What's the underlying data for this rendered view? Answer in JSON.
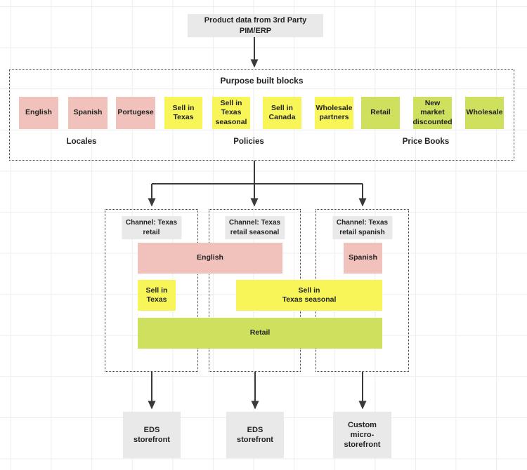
{
  "colors": {
    "locale_pink": "#f1c2bc",
    "policy_yellow": "#f7f558",
    "pricebook_green": "#cfe05e",
    "gray_box": "#e9e9e9",
    "line_dark": "#3a3a3a",
    "text_dark": "#222222",
    "grid_line": "#ededed"
  },
  "source": {
    "label": "Product data from 3rd Party PIM/ERP"
  },
  "purpose_built": {
    "title": "Purpose built blocks",
    "blocks": [
      {
        "label": "English",
        "color": "pink"
      },
      {
        "label": "Spanish",
        "color": "pink"
      },
      {
        "label": "Portugese",
        "color": "pink"
      },
      {
        "label": "Sell in\nTexas",
        "color": "yellow"
      },
      {
        "label": "Sell in\nTexas\nseasonal",
        "color": "yellow"
      },
      {
        "label": "Sell in\nCanada",
        "color": "yellow"
      },
      {
        "label": "Wholesale\npartners",
        "color": "yellow"
      },
      {
        "label": "Retail",
        "color": "green"
      },
      {
        "label": "New\nmarket\ndiscounted",
        "color": "green"
      },
      {
        "label": "Wholesale",
        "color": "green"
      }
    ],
    "groups": [
      {
        "label": "Locales"
      },
      {
        "label": "Policies"
      },
      {
        "label": "Price Books"
      }
    ]
  },
  "channels": [
    {
      "title": "Channel: Texas\nretail"
    },
    {
      "title": "Channel: Texas\nretail seasonal"
    },
    {
      "title": "Channel: Texas\nretail spanish"
    }
  ],
  "channel_bars": {
    "english": "English",
    "spanish": "Spanish",
    "sell_texas": "Sell in\nTexas",
    "sell_texas_seasonal": "Sell in\nTexas seasonal",
    "retail": "Retail"
  },
  "storefronts": [
    {
      "label": "EDS\nstorefront"
    },
    {
      "label": "EDS\nstorefront"
    },
    {
      "label": "Custom\nmicro-\nstorefront"
    }
  ]
}
